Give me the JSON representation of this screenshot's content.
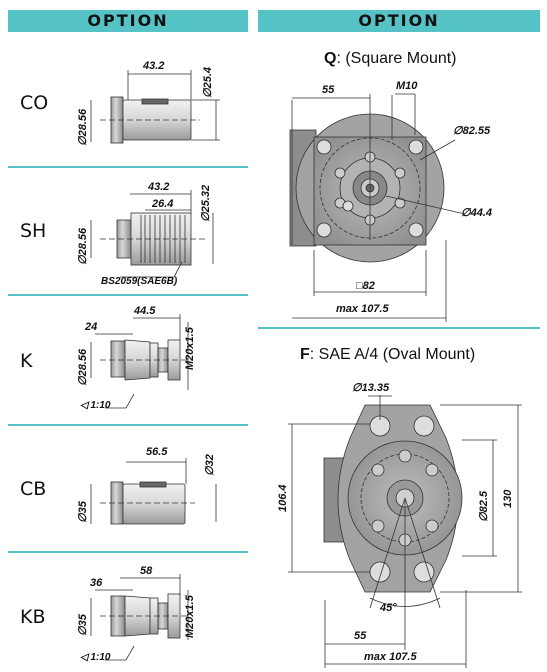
{
  "headers": {
    "left": "OPTION",
    "right": "OPTION"
  },
  "rows": [
    {
      "code": "CO",
      "dims": {
        "length": "43.2",
        "dia_shaft": "28.56",
        "dia_right": "25.4"
      }
    },
    {
      "code": "SH",
      "dims": {
        "length": "43.2",
        "spline_len": "26.4",
        "dia_shaft": "28.56",
        "dia_right": "25.32",
        "note": "BS2059(SAE6B)"
      }
    },
    {
      "code": "K",
      "dims": {
        "len_a": "24",
        "len_b": "44.5",
        "dia_shaft": "28.56",
        "thread": "M20x1.5",
        "taper": "1:10"
      }
    },
    {
      "code": "CB",
      "dims": {
        "length": "56.5",
        "dia_shaft": "35",
        "dia_right": "32"
      }
    },
    {
      "code": "KB",
      "dims": {
        "len_a": "36",
        "len_b": "58",
        "dia_shaft": "35",
        "thread": "M20x1.5",
        "taper": "1:10"
      }
    }
  ],
  "mount_q": {
    "title_letter": "Q",
    "title_rest": ": (Square Mount)",
    "dims": {
      "d55": "55",
      "m10": "M10",
      "dia_pcd": "82.55",
      "dia_pilot": "44.4",
      "square": "82",
      "max_width": "max 107.5"
    }
  },
  "mount_f": {
    "title_letter": "F",
    "title_rest": ": SAE A/4 (Oval Mount)",
    "dims": {
      "hole": "13.35",
      "height": "106.4",
      "dia_pilot": "82.5",
      "overall": "130",
      "angle": "45°",
      "d55": "55",
      "max_width": "max 107.5"
    }
  },
  "symbols": {
    "dia": "∅",
    "taper": "◁",
    "square": "□"
  }
}
